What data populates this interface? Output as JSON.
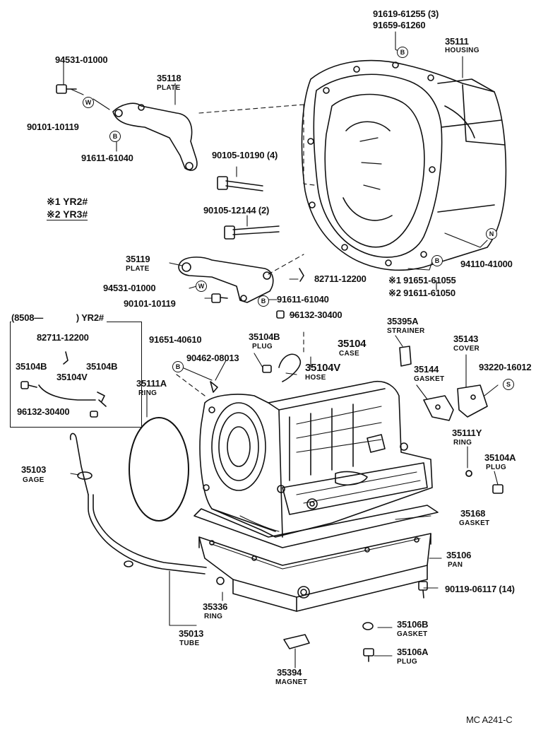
{
  "parts": {
    "p91619": "91619-61255 (3)",
    "p91659": "91659-61260",
    "p35111": "35111",
    "p35111_name": "HOUSING",
    "p94531a": "94531-01000",
    "p35118": "35118",
    "p35118_name": "PLATE",
    "p90101a": "90101-10119",
    "p91611a": "91611-61040",
    "p90105a": "90105-10190 (4)",
    "p90105b": "90105-12144 (2)",
    "p35119": "35119",
    "p35119_name": "PLATE",
    "p94531b": "94531-01000",
    "p90101b": "90101-10119",
    "p82711a": "82711-12200",
    "p91611b": "91611-61040",
    "p96132a": "96132-30400",
    "p94110": "94110-41000",
    "p91651a": "91651-61055",
    "p91611c": "91611-61050",
    "p91651b": "91651-40610",
    "p90462": "90462-08013",
    "p35104b": "35104B",
    "p35104b_name": "PLUG",
    "p35104": "35104",
    "p35104_name": "CASE",
    "p35395a": "35395A",
    "p35395a_name": "STRAINER",
    "p35143": "35143",
    "p35143_name": "COVER",
    "p35104v": "35104V",
    "p35104v_name": "HOSE",
    "p35144": "35144",
    "p35144_name": "GASKET",
    "p93220": "93220-16012",
    "p35111a": "35111A",
    "p35111a_name": "RING",
    "p35111y": "35111Y",
    "p35111y_name": "RING",
    "p35104a": "35104A",
    "p35104a_name": "PLUG",
    "p35103": "35103",
    "p35103_name": "GAGE",
    "p35168": "35168",
    "p35168_name": "GASKET",
    "p35106": "35106",
    "p35106_name": "PAN",
    "p90119": "90119-06117 (14)",
    "p35336": "35336",
    "p35336_name": "RING",
    "p35013": "35013",
    "p35013_name": "TUBE",
    "p35106b": "35106B",
    "p35106b_name": "GASKET",
    "p35106a": "35106A",
    "p35106a_name": "PLUG",
    "p35394": "35394",
    "p35394_name": "MAGNET"
  },
  "legend": {
    "row1_mark": "※1",
    "row1_text": "YR2#",
    "row2_mark": "※2",
    "row2_text": "YR3#",
    "foot1_mark": "※1",
    "foot2_mark": "※2"
  },
  "inset": {
    "header_left": "(8508—",
    "header_right": ") YR2#",
    "p82711": "82711-12200",
    "p35104b_left": "35104B",
    "p35104b_right": "35104B",
    "p35104v": "35104V",
    "p96132": "96132-30400"
  },
  "marks": {
    "b": "B",
    "w": "W",
    "n": "N",
    "s": "S"
  },
  "footer": {
    "code": "MC  A241-C"
  }
}
